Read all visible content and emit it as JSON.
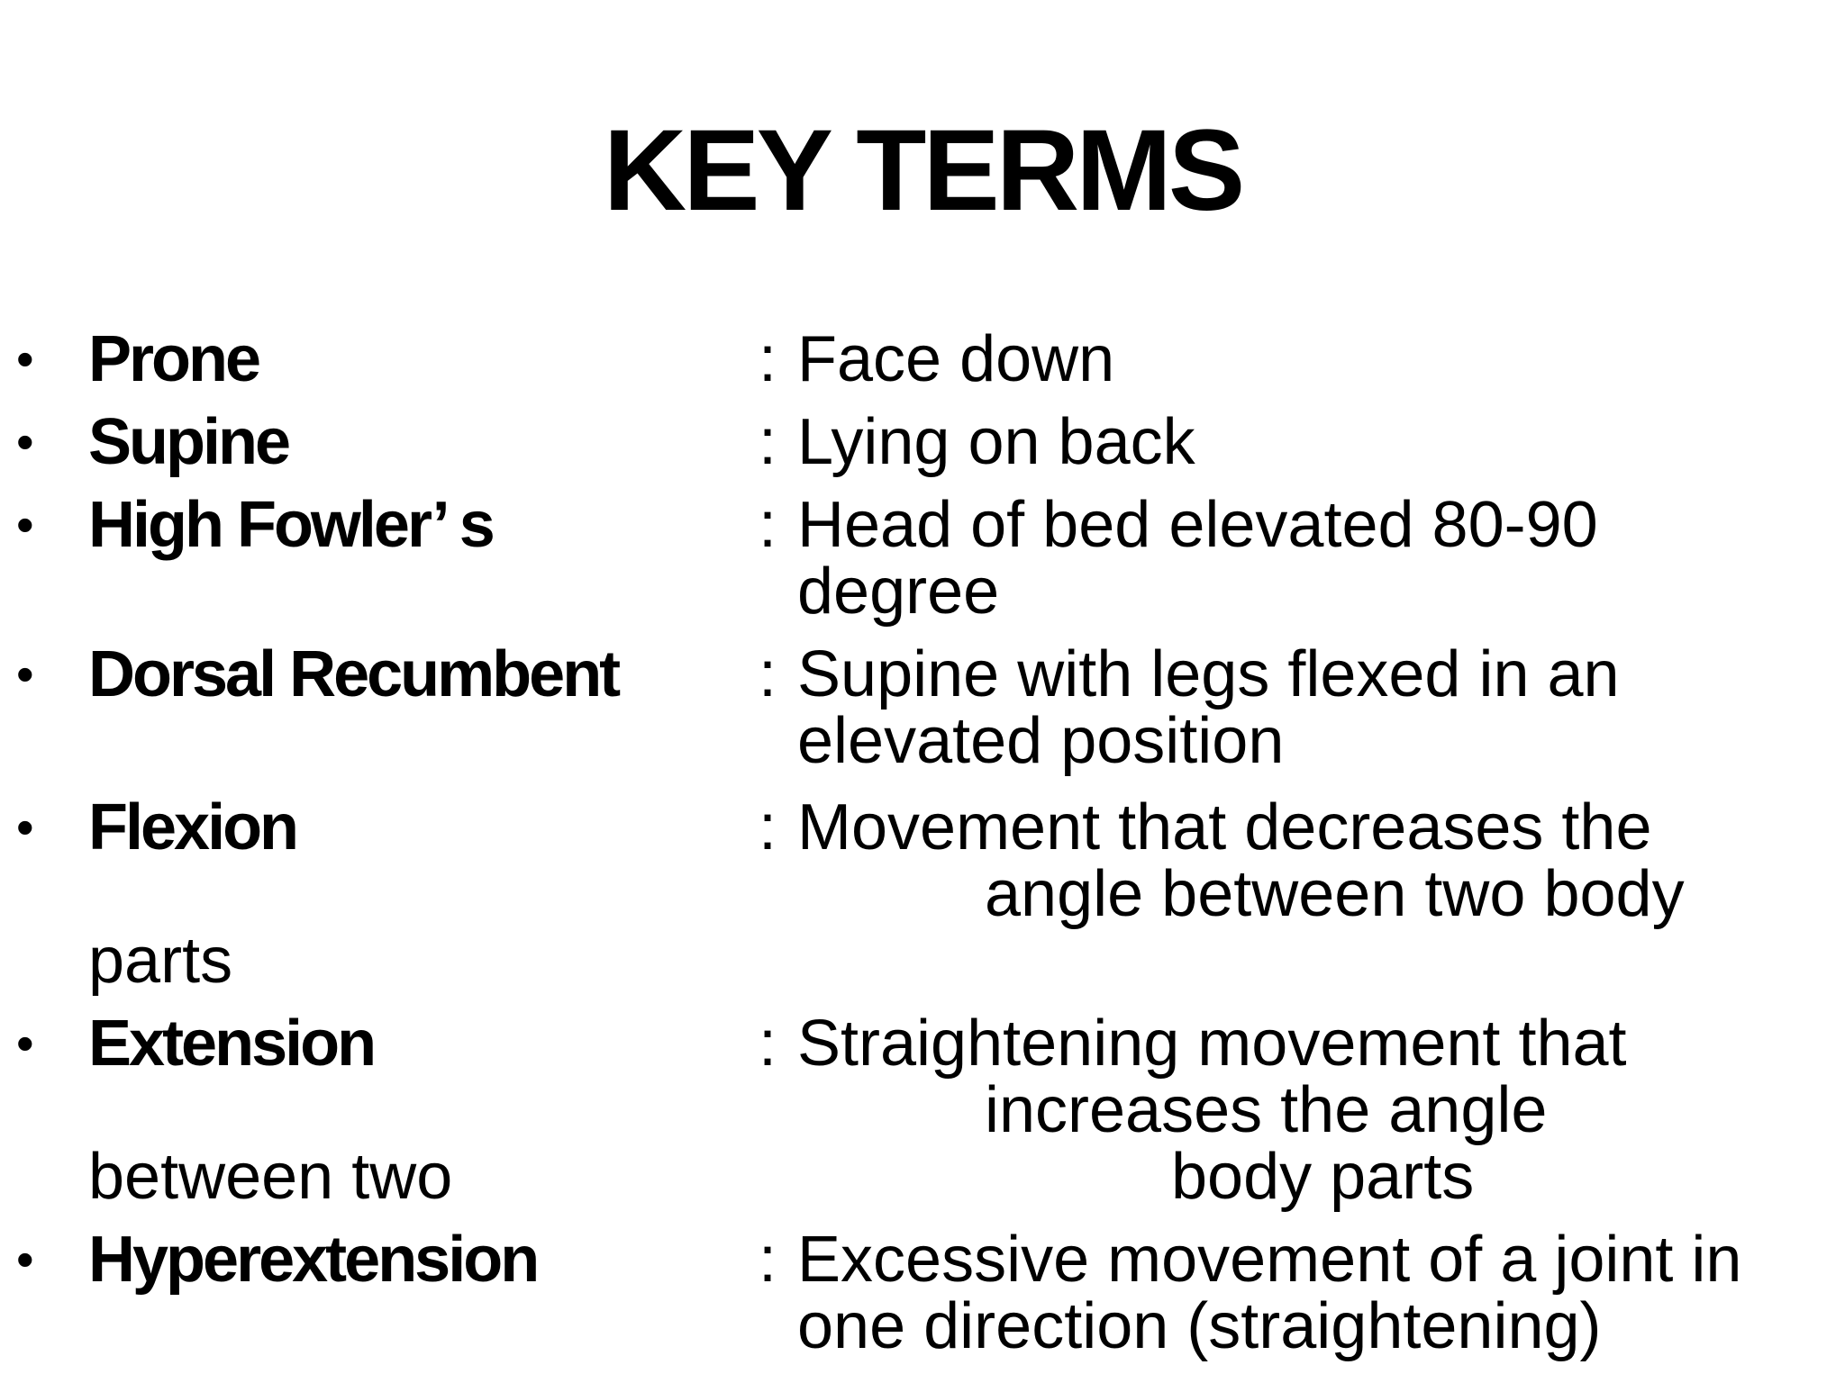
{
  "title": "KEY TERMS",
  "bullet_glyph": "•",
  "colon_glyph": ":",
  "items": [
    {
      "term": "Prone",
      "desc_line1": "Face down"
    },
    {
      "term": "Supine",
      "desc_line1": "Lying on back"
    },
    {
      "term": "High Fowler’ s",
      "desc_line1": "Head of bed elevated 80-90",
      "desc_line2": "degree"
    },
    {
      "term": "Dorsal Recumbent",
      "desc_line1": "Supine with legs flexed in an",
      "desc_line2": "elevated position"
    },
    {
      "term": "Flexion",
      "desc_line1": "Movement that decreases the",
      "desc_line2": "angle between two body",
      "desc_line3": "parts"
    },
    {
      "term": "Extension",
      "desc_line1": "Straightening movement that",
      "desc_line2": "increases the angle",
      "desc_line3_left": "between two",
      "desc_line3_right": "body parts"
    },
    {
      "term": "Hyperextension",
      "desc_line1": "Excessive movement of a joint in",
      "desc_line2": "one direction (straightening)"
    }
  ]
}
